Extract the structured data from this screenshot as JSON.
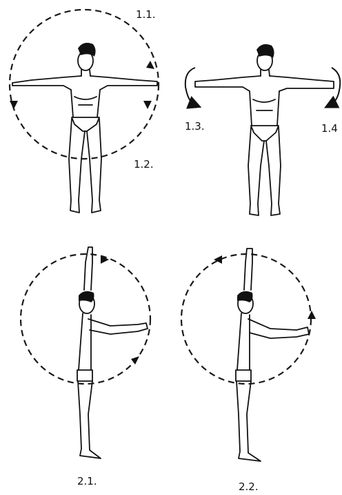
{
  "figures": [
    {
      "id": "front-circles",
      "label_top": "1.1.",
      "label_bottom": "1.2."
    },
    {
      "id": "front-rotation",
      "label_left": "1.3.",
      "label_right": "1.4"
    },
    {
      "id": "side-forward",
      "label": "2.1."
    },
    {
      "id": "side-backward",
      "label": "2.2."
    }
  ],
  "colors": {
    "ink": "#111111",
    "paper": "#ffffff"
  },
  "icons": [
    "dashed-circle-arrow",
    "rotation-arrow"
  ]
}
